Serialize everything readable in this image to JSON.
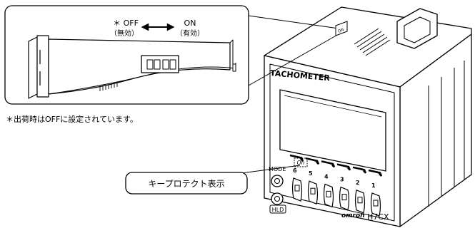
{
  "callout": {
    "off_label": "＊ OFF",
    "off_sub": "（無効）",
    "on_label": "ON",
    "on_sub": "（有効）"
  },
  "note": "＊出荷時はOFFに設定されています。",
  "device": {
    "header_label": "TACHOMETER",
    "mode_label": "MODE",
    "hld_label": "HLD",
    "brand": "omron",
    "model": "H7CX",
    "display_indicator": "On",
    "digit_labels": [
      "6",
      "5",
      "4",
      "3",
      "2",
      "1"
    ]
  },
  "key_protect_label": "キープロテクト表示",
  "colors": {
    "line": "#000000",
    "fill": "#ffffff",
    "shade": "#d9d9d9"
  }
}
